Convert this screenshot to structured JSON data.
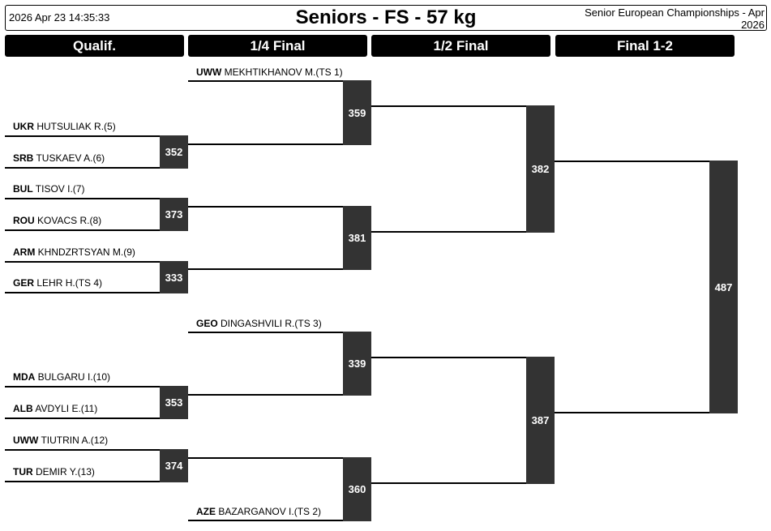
{
  "header": {
    "datetime": "2026 Apr 23 14:35:33",
    "title": "Seniors - FS - 57 kg",
    "event_line1": "Senior European Championships - Apr",
    "event_line2": "2026"
  },
  "rounds": [
    "Qualif.",
    "1/4 Final",
    "1/2 Final",
    "Final 1-2"
  ],
  "entries": {
    "q1": {
      "country": "UKR",
      "name": "HUTSULIAK R.(5)"
    },
    "q2": {
      "country": "SRB",
      "name": "TUSKAEV A.(6)"
    },
    "q3": {
      "country": "BUL",
      "name": "TISOV I.(7)"
    },
    "q4": {
      "country": "ROU",
      "name": "KOVACS R.(8)"
    },
    "q5": {
      "country": "ARM",
      "name": "KHNDZRTSYAN M.(9)"
    },
    "q6": {
      "country": "GER",
      "name": "LEHR H.(TS 4)"
    },
    "q7": {
      "country": "MDA",
      "name": "BULGARU I.(10)"
    },
    "q8": {
      "country": "ALB",
      "name": "AVDYLI E.(11)"
    },
    "q9": {
      "country": "UWW",
      "name": "TIUTRIN A.(12)"
    },
    "q10": {
      "country": "TUR",
      "name": "DEMIR Y.(13)"
    },
    "r1": {
      "country": "UWW",
      "name": "MEKHTIKHANOV M.(TS 1)"
    },
    "r2": {
      "country": "GEO",
      "name": "DINGASHVILI R.(TS 3)"
    },
    "r3": {
      "country": "AZE",
      "name": "BAZARGANOV I.(TS 2)"
    }
  },
  "bouts": {
    "b352": "352",
    "b373": "373",
    "b333": "333",
    "b353": "353",
    "b374": "374",
    "b359": "359",
    "b381": "381",
    "b339": "339",
    "b360": "360",
    "b382": "382",
    "b387": "387",
    "b487": "487"
  }
}
